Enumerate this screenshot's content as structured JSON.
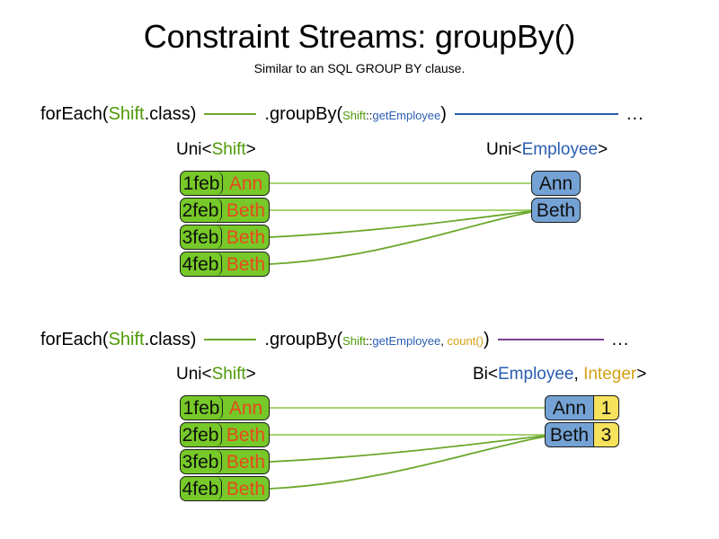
{
  "header": {
    "title": "Constraint Streams: groupBy()",
    "subtitle": "Similar to an SQL GROUP BY clause."
  },
  "colors": {
    "shift_green": "#76c928",
    "employee_blue": "#74a2d4",
    "count_yellow": "#f6e25c",
    "token_green": "#4e9a06",
    "token_blue": "#2a5db0",
    "token_gold": "#d4a017",
    "name_orange": "#e8491d",
    "line_green": "#6aa72b",
    "line_blue": "#2a5db0",
    "line_purple": "#7c3f8f"
  },
  "sections": [
    {
      "id": "section-groupby-single",
      "pipeline": {
        "for_each_prefix": "forEach(",
        "for_each_type": "Shift",
        "for_each_suffix": ".class)",
        "group_by_prefix": ".groupBy(",
        "group_by_class": "Shift",
        "group_by_sep": "::",
        "group_by_method": "getEmployee",
        "group_by_collector": "",
        "group_by_suffix": ")",
        "ellipsis": "...",
        "line1_color": "green",
        "line2_color": "blue"
      },
      "left_label": {
        "outer": "Uni<",
        "type": "Shift",
        "close": ">"
      },
      "right_label": {
        "outer": "Uni<",
        "type": "Employee",
        "close": ">",
        "type2": "",
        "sep": ""
      },
      "left_rows": [
        {
          "date": "1feb",
          "name": "Ann"
        },
        {
          "date": "2feb",
          "name": "Beth"
        },
        {
          "date": "3feb",
          "name": "Beth"
        },
        {
          "date": "4feb",
          "name": "Beth"
        }
      ],
      "right_rows": [
        {
          "name": "Ann",
          "count": ""
        },
        {
          "name": "Beth",
          "count": ""
        }
      ],
      "links": [
        {
          "from": 0,
          "to": 0
        },
        {
          "from": 1,
          "to": 1
        },
        {
          "from": 2,
          "to": 1
        },
        {
          "from": 3,
          "to": 1
        }
      ]
    },
    {
      "id": "section-groupby-count",
      "pipeline": {
        "for_each_prefix": "forEach(",
        "for_each_type": "Shift",
        "for_each_suffix": ".class)",
        "group_by_prefix": ".groupBy(",
        "group_by_class": "Shift",
        "group_by_sep": "::",
        "group_by_method": "getEmployee",
        "group_by_collector": "count()",
        "group_by_suffix": ")",
        "ellipsis": "...",
        "line1_color": "green",
        "line2_color": "purple"
      },
      "left_label": {
        "outer": "Uni<",
        "type": "Shift",
        "close": ">"
      },
      "right_label": {
        "outer": "Bi<",
        "type": "Employee",
        "sep": ", ",
        "type2": "Integer",
        "close": ">"
      },
      "left_rows": [
        {
          "date": "1feb",
          "name": "Ann"
        },
        {
          "date": "2feb",
          "name": "Beth"
        },
        {
          "date": "3feb",
          "name": "Beth"
        },
        {
          "date": "4feb",
          "name": "Beth"
        }
      ],
      "right_rows": [
        {
          "name": "Ann",
          "count": "1"
        },
        {
          "name": "Beth",
          "count": "3"
        }
      ],
      "links": [
        {
          "from": 0,
          "to": 0
        },
        {
          "from": 1,
          "to": 1
        },
        {
          "from": 2,
          "to": 1
        },
        {
          "from": 3,
          "to": 1
        }
      ]
    }
  ]
}
